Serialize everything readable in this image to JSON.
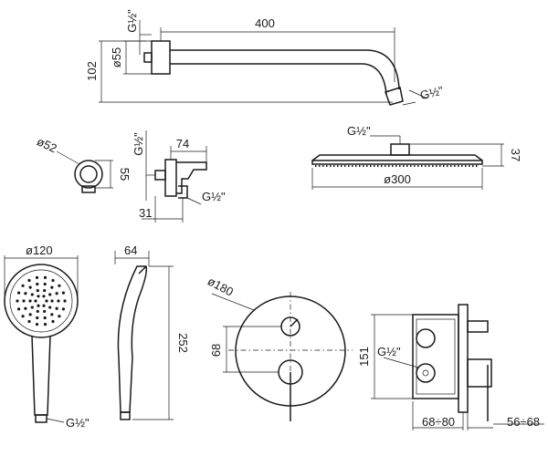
{
  "shower_arm": {
    "thread_top": "G½\"",
    "length": "400",
    "diameter": "ø55",
    "height": "102",
    "thread_end": "G½\""
  },
  "wall_elbow": {
    "diameter": "ø52",
    "size": "55"
  },
  "hose_holder": {
    "thread_left": "G½\"",
    "width": "74",
    "depth": "31",
    "thread_bottom": "G½\""
  },
  "rain_head": {
    "thread": "G½\"",
    "height": "37",
    "diameter": "ø300"
  },
  "hand_shower_front": {
    "diameter": "ø120",
    "thread": "G½\""
  },
  "hand_shower_side": {
    "depth": "64",
    "length": "252"
  },
  "mixer_plate": {
    "diameter": "ø180",
    "spacing": "68"
  },
  "mixer_body": {
    "height": "151",
    "thread": "G½\"",
    "depth_range_a": "68÷80",
    "depth_range_b": "56÷68"
  }
}
